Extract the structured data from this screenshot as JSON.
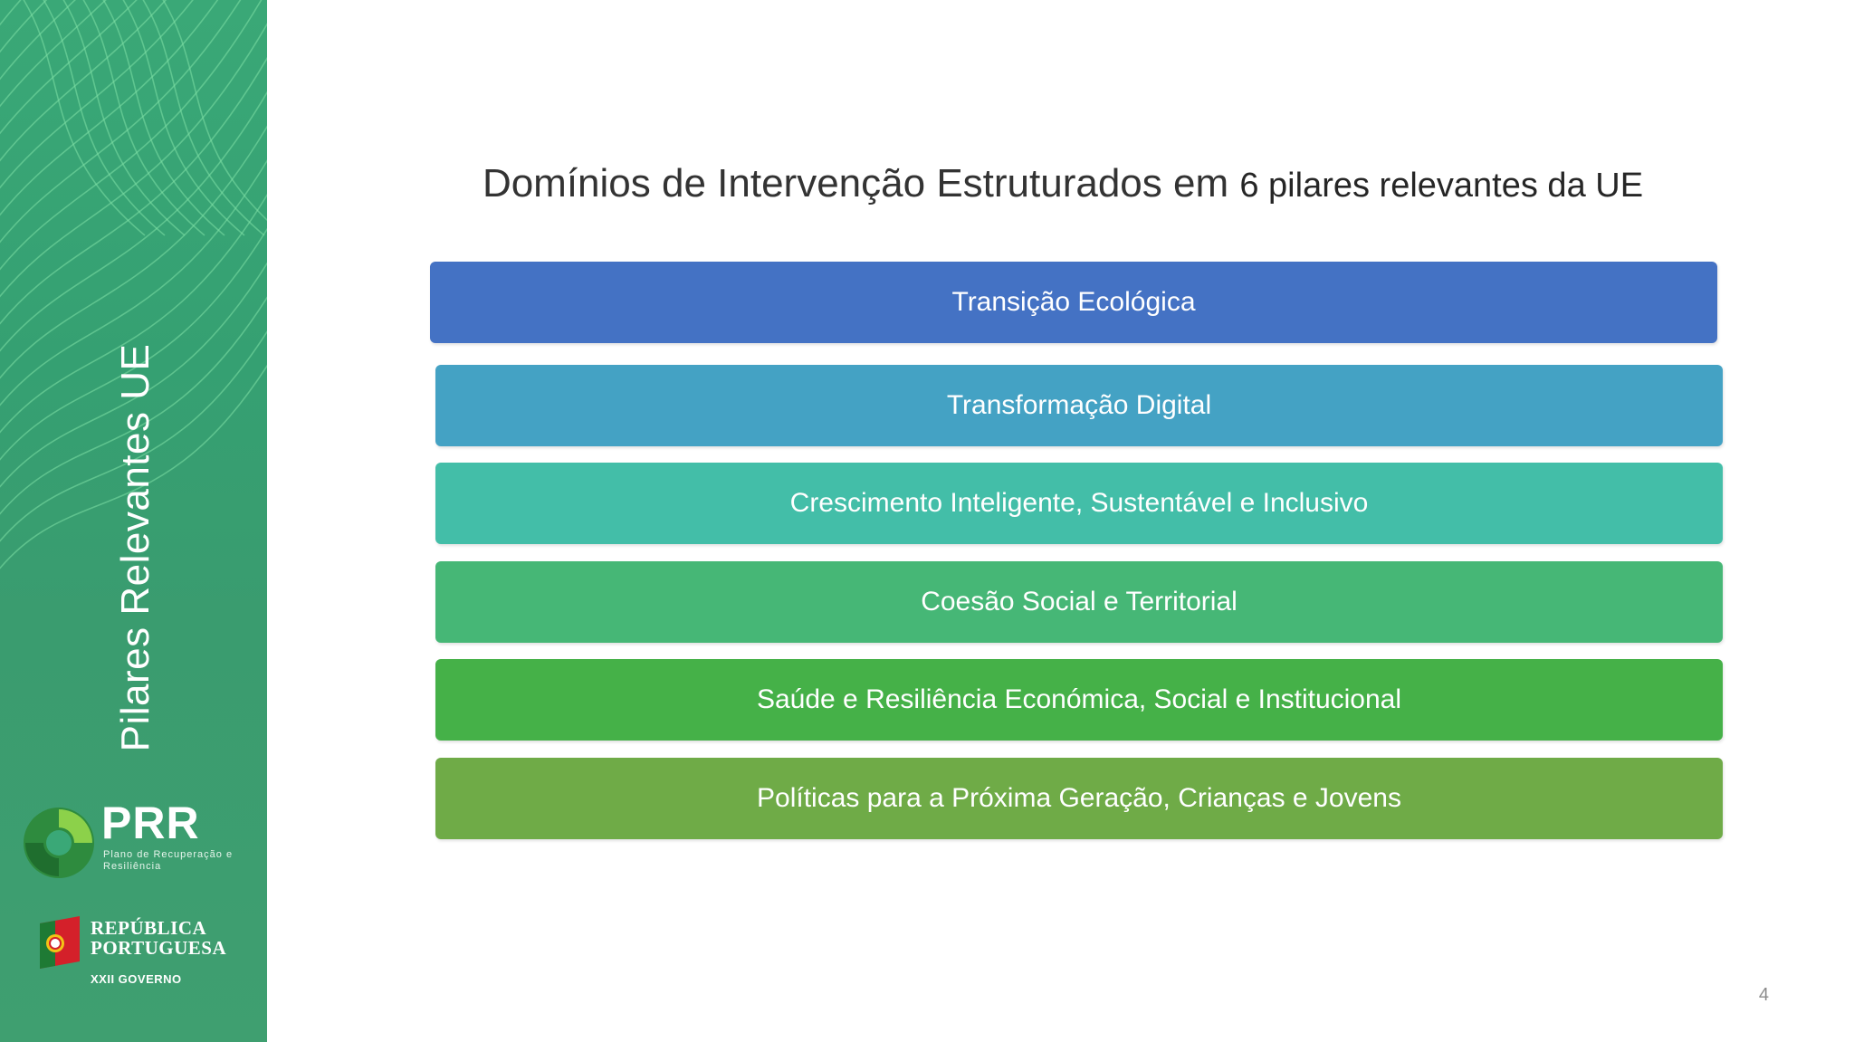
{
  "sidebar": {
    "title": "Pilares Relevantes UE",
    "prr": {
      "name": "PRR",
      "subtitle": "Plano de Recuperação e Resiliência"
    },
    "republic": {
      "line1": "REPÚBLICA",
      "line2": "PORTUGUESA",
      "government": "XXII GOVERNO"
    }
  },
  "slide": {
    "title_part1": "Domínios de Intervenção Estruturados em ",
    "title_part2": "6 pilares relevantes da UE",
    "page_number": "4"
  },
  "pillars": [
    {
      "label": "Transição Ecológica",
      "color": "#4472c4"
    },
    {
      "label": "Transformação Digital",
      "color": "#44a2c4"
    },
    {
      "label": "Crescimento Inteligente, Sustentável e Inclusivo",
      "color": "#43bea8"
    },
    {
      "label": "Coesão Social e Territorial",
      "color": "#46b776"
    },
    {
      "label": "Saúde e Resiliência Económica, Social e Institucional",
      "color": "#45b148"
    },
    {
      "label": "Políticas para a Próxima Geração, Crianças e Jovens",
      "color": "#6fab47"
    }
  ]
}
